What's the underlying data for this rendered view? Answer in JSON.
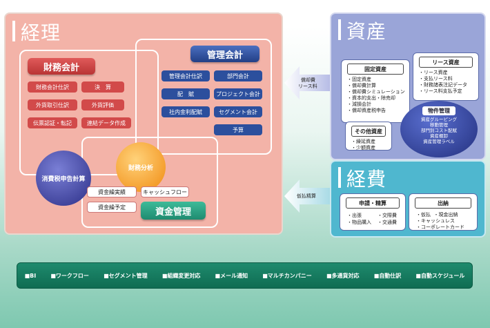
{
  "keiri": {
    "title": "経理",
    "zaimu": {
      "title": "財務会計",
      "items": [
        "財務会計仕訳",
        "決　算",
        "外貨取引仕訳",
        "外貨評価",
        "伝票認証・転記",
        "連結データ作成"
      ]
    },
    "kanri": {
      "title": "管理会計",
      "items": [
        "管理会計仕訳",
        "部門会計",
        "配　賦",
        "プロジェクト会計",
        "社内金利配賦",
        "セグメント会計",
        "予算"
      ]
    },
    "zeisho": "消費税申告計算",
    "bunseki": "財務分析",
    "shikin": {
      "title": "資金管理",
      "items": [
        "資金繰実績",
        "キャッシュフロー",
        "資金繰予定"
      ]
    }
  },
  "shisan": {
    "title": "資産",
    "kotei": {
      "title": "固定資産",
      "items": [
        "・固定資産",
        "・償却費計算",
        "・償却費シミュレーション",
        "・資本的支出・除売却",
        "・減損会計",
        "・償却資産税申告"
      ]
    },
    "lease": {
      "title": "リース資産",
      "items": [
        "・リース資産",
        "・支払リース料",
        "・財務諸表注記データ",
        "・リース料支払予定"
      ]
    },
    "sonota": {
      "title": "その他資産",
      "items": [
        "・繰延資産",
        "・少額資産"
      ]
    },
    "bukken": {
      "title": "物件管理",
      "items": [
        "資産グルーピング",
        "移動管理",
        "部門別コスト配賦",
        "資産棚卸",
        "資産管理ラベル"
      ]
    }
  },
  "keihi": {
    "title": "経費",
    "shinsei": {
      "title": "申請・精算",
      "items": [
        "・出張",
        "・交際費",
        "・物品購入",
        "・交通費"
      ]
    },
    "shutsuno": {
      "title": "出納",
      "items": [
        "・仮払",
        "・現金出納",
        "・キャッシュレス",
        "・コーポレートカード"
      ]
    }
  },
  "arrows": {
    "top_label_1": "償却費",
    "top_label_2": "リース料",
    "bottom_label": "仮払精算"
  },
  "bottom_bar": [
    "■BI",
    "■ワークフロー",
    "■セグメント管理",
    "■組織変更対応",
    "■メール通知",
    "■マルチカンパニー",
    "■多通貨対応",
    "■自動仕訳",
    "■自動スケジュール"
  ],
  "colors": {
    "keiri": "#f3b3a8",
    "shisan": "#9aa5d8",
    "keihi": "#4fb7cf",
    "bar": "#1e8a6d",
    "red": "#d24a4a",
    "navy": "#2c4f9d"
  }
}
